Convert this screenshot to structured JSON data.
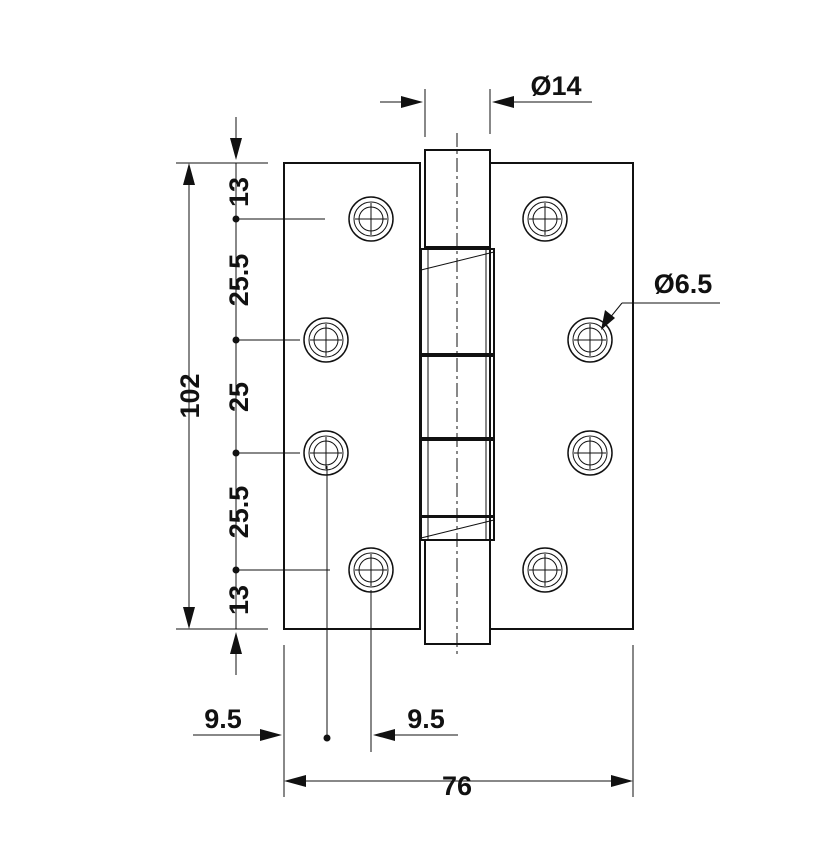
{
  "dimensions": {
    "knuckle_diameter": "Ø14",
    "hole_diameter": "Ø6.5",
    "height_total": "102",
    "width_total": "76",
    "spacing_top": "13",
    "spacing_1": "25.5",
    "spacing_2": "25",
    "spacing_3": "25.5",
    "spacing_bottom": "13",
    "edge_offset_left": "9.5",
    "edge_offset_right": "9.5"
  }
}
